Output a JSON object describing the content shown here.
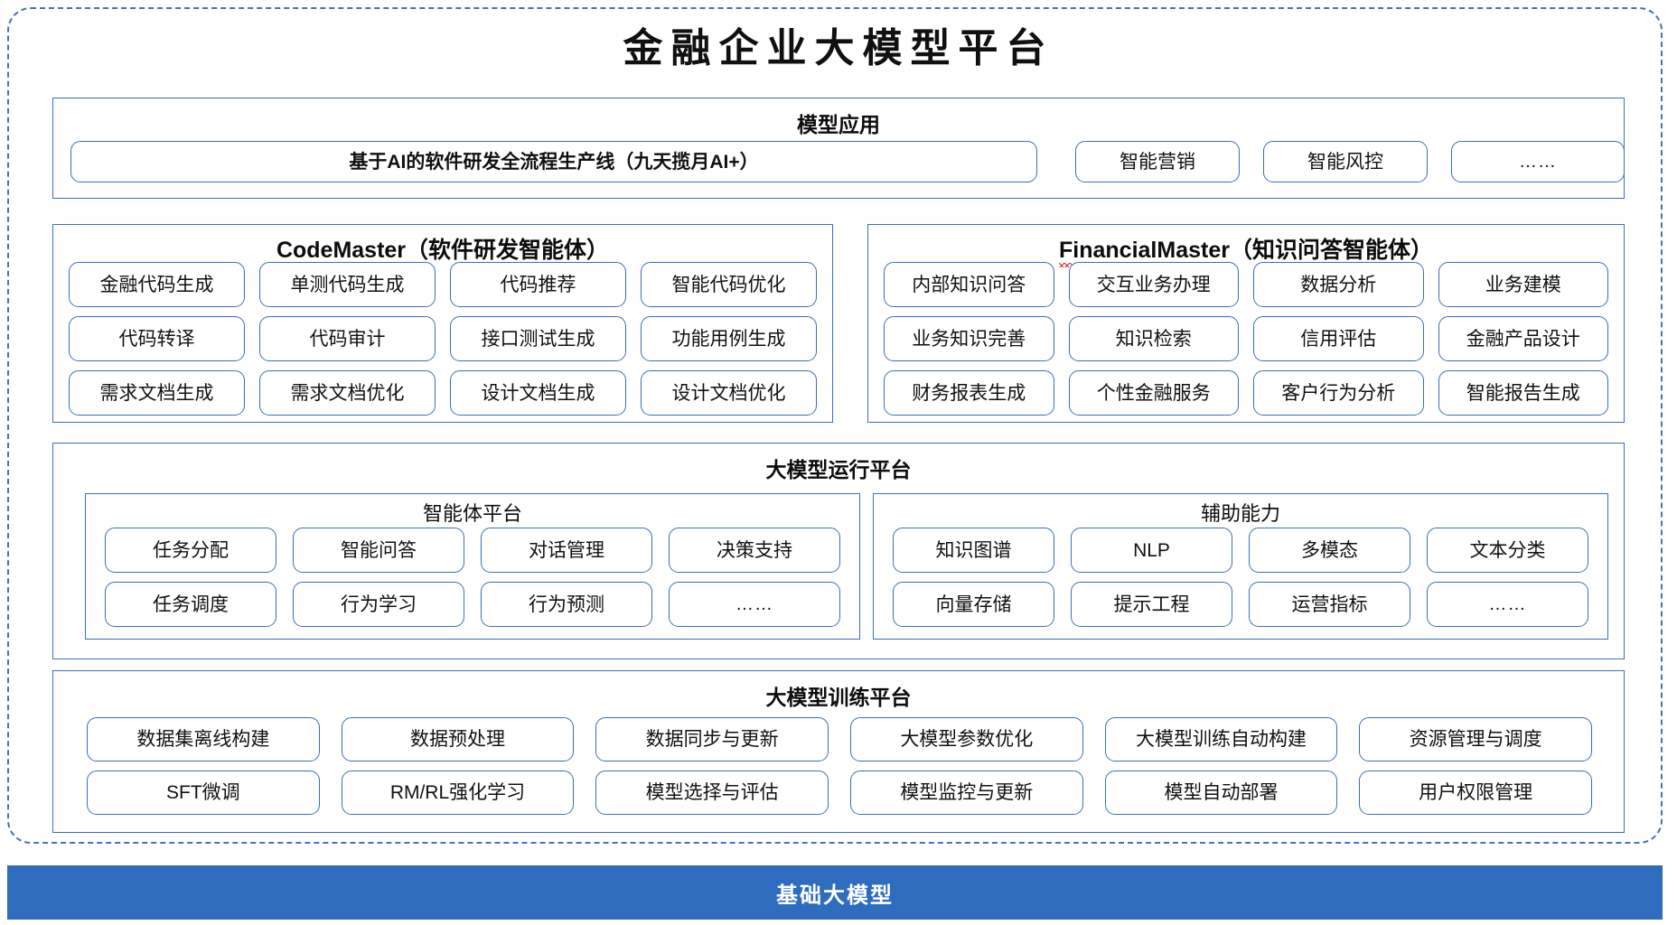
{
  "title": "金融企业大模型平台",
  "colors": {
    "frame_blue": "#4472C4",
    "panel_blue": "#3A6FBF",
    "base_bar_blue": "#2E6CBE",
    "spellcheck_red": "#E8211B",
    "text": "#111111"
  },
  "model_application": {
    "heading": "模型应用",
    "primary": "基于AI的软件研发全流程生产线（九天揽月AI+）",
    "items": [
      "智能营销",
      "智能风控",
      "……"
    ]
  },
  "code_master": {
    "name": "CodeMaster",
    "subtitle": "（软件研发智能体）",
    "spellcheck": true,
    "items": [
      "金融代码生成",
      "单测代码生成",
      "代码推荐",
      "智能代码优化",
      "代码转译",
      "代码审计",
      "接口测试生成",
      "功能用例生成",
      "需求文档生成",
      "需求文档优化",
      "设计文档生成",
      "设计文档优化"
    ]
  },
  "financial_master": {
    "name": "FinancialMaster",
    "subtitle": "（知识问答智能体）",
    "spellcheck": true,
    "items": [
      "内部知识问答",
      "交互业务办理",
      "数据分析",
      "业务建模",
      "业务知识完善",
      "知识检索",
      "信用评估",
      "金融产品设计",
      "财务报表生成",
      "个性金融服务",
      "客户行为分析",
      "智能报告生成"
    ]
  },
  "runtime_platform": {
    "heading": "大模型运行平台",
    "agent_platform": {
      "heading": "智能体平台",
      "items": [
        "任务分配",
        "智能问答",
        "对话管理",
        "决策支持",
        "任务调度",
        "行为学习",
        "行为预测",
        "……"
      ]
    },
    "support_capability": {
      "heading": "辅助能力",
      "items": [
        "知识图谱",
        "NLP",
        "多模态",
        "文本分类",
        "向量存储",
        "提示工程",
        "运营指标",
        "……"
      ]
    }
  },
  "training_platform": {
    "heading": "大模型训练平台",
    "items": [
      "数据集离线构建",
      "数据预处理",
      "数据同步与更新",
      "大模型参数优化",
      "大模型训练自动构建",
      "资源管理与调度",
      "SFT微调",
      "RM/RL强化学习",
      "模型选择与评估",
      "模型监控与更新",
      "模型自动部署",
      "用户权限管理"
    ]
  },
  "base_model": {
    "label": "基础大模型"
  }
}
